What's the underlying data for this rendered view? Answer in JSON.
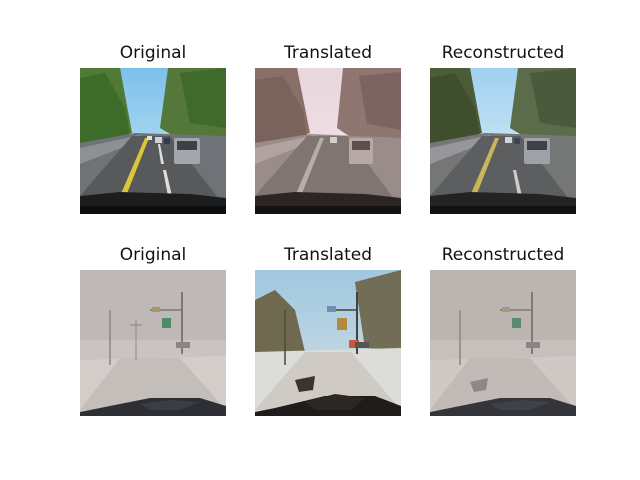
{
  "figure": {
    "rows": [
      {
        "cells": [
          {
            "title": "Original",
            "scene": "highway-summer",
            "variant": "original"
          },
          {
            "title": "Translated",
            "scene": "highway-summer",
            "variant": "translated"
          },
          {
            "title": "Reconstructed",
            "scene": "highway-summer",
            "variant": "reconstructed"
          }
        ]
      },
      {
        "cells": [
          {
            "title": "Original",
            "scene": "snowy-intersection",
            "variant": "original"
          },
          {
            "title": "Translated",
            "scene": "snowy-intersection",
            "variant": "translated"
          },
          {
            "title": "Reconstructed",
            "scene": "snowy-intersection",
            "variant": "reconstructed"
          }
        ]
      }
    ]
  }
}
